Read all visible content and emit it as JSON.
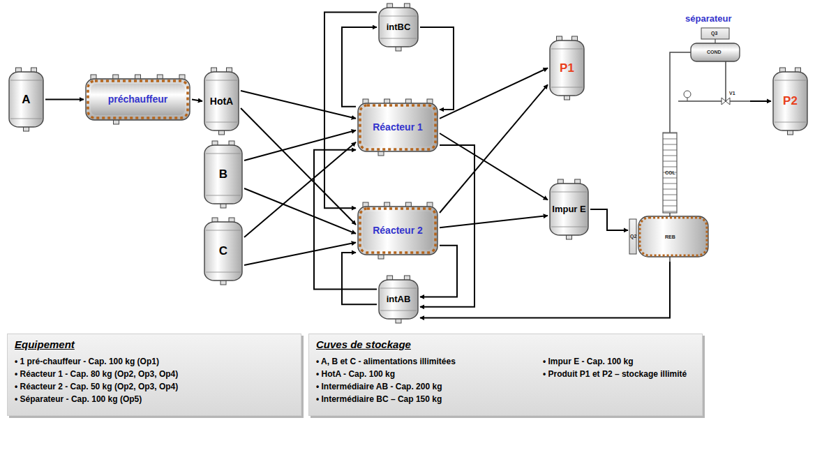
{
  "diagram": {
    "nodes": [
      {
        "text": [
          "A"
        ]
      },
      {
        "text": [
          "préchauffeur"
        ]
      },
      {
        "text": [
          "HotA"
        ]
      },
      {
        "text": [
          "B"
        ]
      },
      {
        "text": [
          "C"
        ]
      },
      {
        "text": [
          "intBC"
        ]
      },
      {
        "text": [
          "Réacteur 1"
        ]
      },
      {
        "text": [
          "Réacteur 2"
        ]
      },
      {
        "text": [
          "intAB"
        ]
      },
      {
        "text": [
          "P1"
        ]
      },
      {
        "text": [
          "Impur E"
        ]
      },
      {
        "text": [
          "séparateur"
        ]
      },
      {
        "text": [
          "P2"
        ]
      },
      {
        "text": [
          "Equipement",
          "• 1 pré-chauffeur - Cap. 100 kg (Op1)",
          "• Réacteur 1 - Cap. 80 kg (Op2, Op3, Op4)",
          "• Réacteur 2 - Cap. 50 kg (Op2, Op3, Op4)",
          "• Séparateur - Cap. 100 kg (Op5)"
        ]
      },
      {
        "text": [
          "Cuves de stockage",
          "• A, B et C - alimentations illimitées",
          "• HotA - Cap. 100 kg",
          "• Intermédiaire AB - Cap. 200 kg",
          "• Intermédiaire BC – Cap 150 kg",
          "• Impur E - Cap. 100 kg",
          "• Produit P1 et P2 – stockage illimité"
        ]
      }
    ],
    "edges": [
      {
        "from": 0,
        "to": 1,
        "arrow": "to"
      },
      {
        "from": 1,
        "to": 2,
        "arrow": "to"
      },
      {
        "from": 2,
        "to": 6,
        "arrow": "to"
      },
      {
        "from": 2,
        "to": 7,
        "arrow": "to"
      },
      {
        "from": 3,
        "to": 6,
        "arrow": "to"
      },
      {
        "from": 3,
        "to": 7,
        "arrow": "to"
      },
      {
        "from": 4,
        "to": 6,
        "arrow": "to"
      },
      {
        "from": 4,
        "to": 7,
        "arrow": "to"
      },
      {
        "from": 6,
        "to": 5,
        "arrow": "to"
      },
      {
        "from": 5,
        "to": 6,
        "arrow": "to"
      },
      {
        "from": 5,
        "to": 7,
        "arrow": "to"
      },
      {
        "from": 6,
        "to": 8,
        "arrow": "to"
      },
      {
        "from": 7,
        "to": 8,
        "arrow": "to"
      },
      {
        "from": 8,
        "to": 6,
        "arrow": "to"
      },
      {
        "from": 8,
        "to": 7,
        "arrow": "to"
      },
      {
        "from": 6,
        "to": 9,
        "arrow": "to"
      },
      {
        "from": 7,
        "to": 9,
        "arrow": "to"
      },
      {
        "from": 6,
        "to": 10,
        "arrow": "to"
      },
      {
        "from": 7,
        "to": 10,
        "arrow": "to"
      },
      {
        "from": 10,
        "to": 11,
        "arrow": "to"
      },
      {
        "from": 11,
        "to": 12,
        "arrow": "to"
      },
      {
        "from": 11,
        "to": 8,
        "arrow": "to"
      }
    ],
    "labels": [
      "Q3",
      "COND",
      "COL",
      "REB",
      "Q2",
      "V1"
    ]
  }
}
